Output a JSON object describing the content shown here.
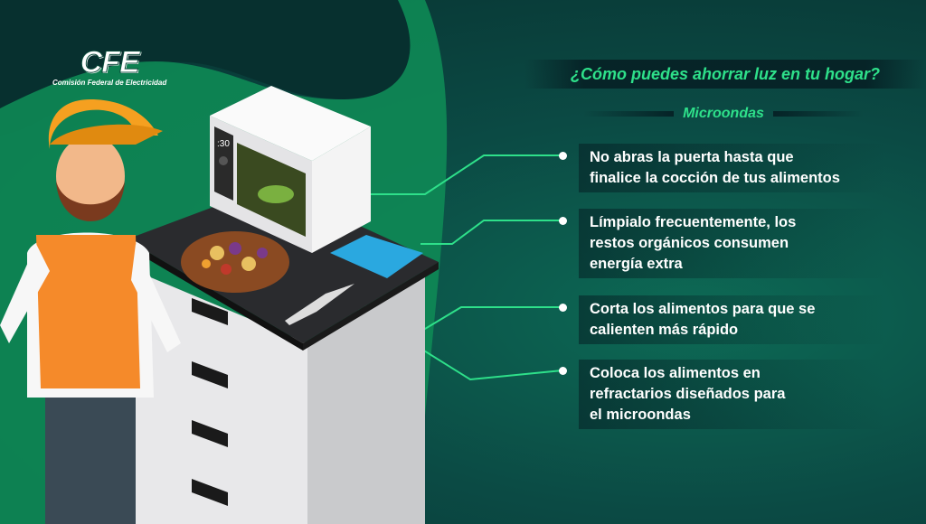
{
  "logo": {
    "name": "CFE",
    "subtitle": "Comisión Federal de Electricidad"
  },
  "header": {
    "title": "¿Cómo puedes ahorrar luz en tu hogar?",
    "section": "Microondas"
  },
  "microwave": {
    "display": ":30"
  },
  "tips": [
    {
      "lines": [
        "No abras la puerta hasta que",
        "finalice la cocción de tus alimentos"
      ]
    },
    {
      "lines": [
        "Límpialo frecuentemente, los",
        "restos orgánicos consumen",
        "energía extra"
      ]
    },
    {
      "lines": [
        "Corta los alimentos para que se",
        "calienten más rápido"
      ]
    },
    {
      "lines": [
        "Coloca los alimentos en",
        "refractarios diseñados para",
        "el microondas"
      ]
    }
  ],
  "colors": {
    "accent": "#2ee08a",
    "green": "#0e8a55",
    "background": "#0b4a44"
  }
}
